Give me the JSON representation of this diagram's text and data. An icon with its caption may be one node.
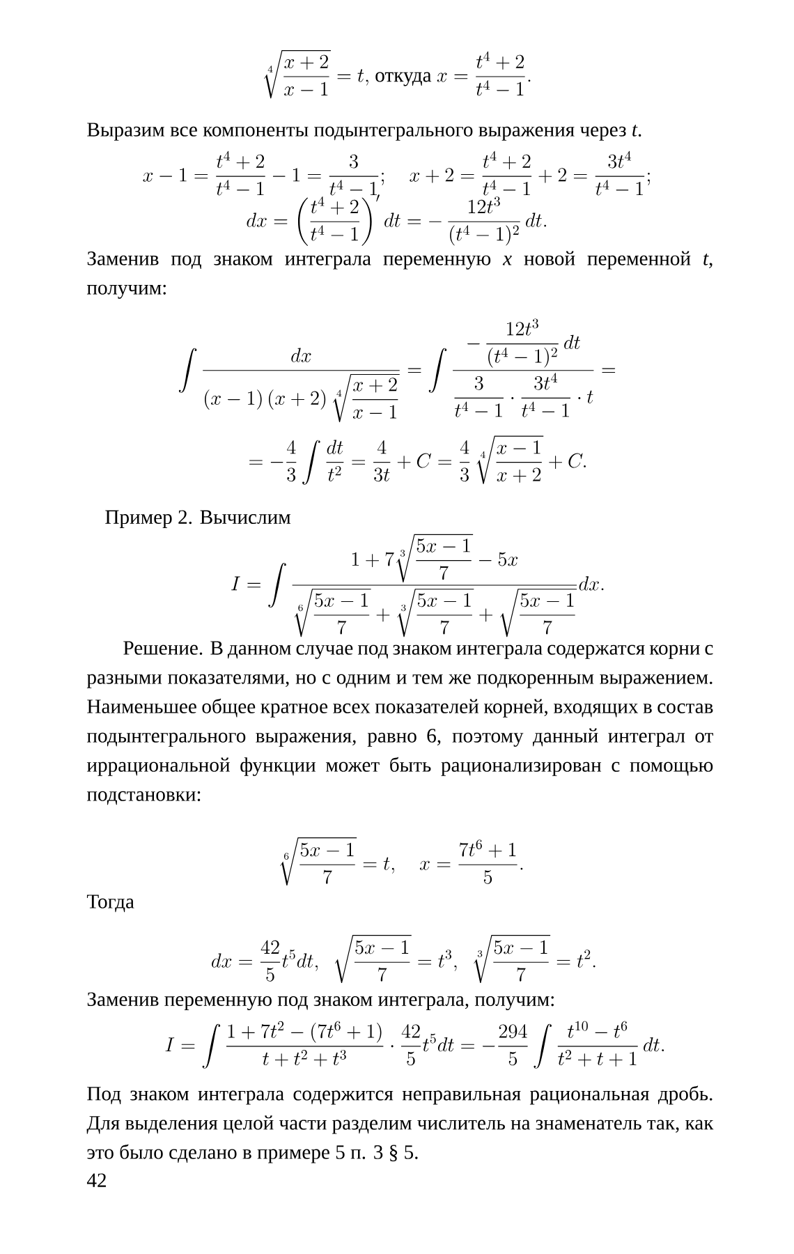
{
  "diagram": {
    "labels": [
      "\\sqrt[4]{\\frac{x+2}{x-1}}=t,",
      "откуда",
      "x=\\frac{t^4+2}{t^4-1}.",
      "Выразим все компоненты подынтегрального выражения через *t*.",
      "x-1=\\frac{t^4+2}{t^4-1}-1=\\frac{3}{t^4-1};\\quad x+2=\\frac{t^4+2}{t^4-1}+2=\\frac{3t^4}{t^4-1};",
      "dx=\\left(\\frac{t^4+2}{t^4-1}\\right)'dt=-\\,\\frac{12t^3}{(t^4-1)^2}\\,dt.",
      "Заменив под знаком интеграла переменную *x* новой переменной *t*, получим:",
      "\\int\\frac{dx}{(x-1)\\,(x+2)\\,\\sqrt[4]{\\dfrac{x+2}{x-1}}}=\\int\\frac{-\\,\\dfrac{12t^3}{(t^4-1)^2}\\,dt}{\\dfrac{3}{t^4-1}\\cdot\\dfrac{3t^4}{t^4-1}\\cdot t}=",
      "=-\\frac{4}{3}\\int\\frac{dt}{t^2}=\\frac{4}{3t}+C=\\frac{4}{3}\\,\\sqrt[4]{\\frac{x-1}{x+2}}+C.",
      "Пример",
      "2. Вычислим",
      "I=\\int\\frac{1+7\\sqrt[3]{\\dfrac{5x-1}{7}}-5x}{\\sqrt[6]{\\dfrac{5x-1}{7}}+\\sqrt[3]{\\dfrac{5x-1}{7}}+\\sqrt{\\dfrac{5x-1}{7}}}dx.",
      "Решение.",
      "В данном случае под знаком интеграла содержатся корни с разными показателями, но с одним и тем же подкоренным выражением. Наименьшее общее кратное всех показателей корней, входящих в состав подынтегрального выражения, равно 6, поэтому данный интеграл от иррациональной функции может быть рационализирован с помощью подстановки:",
      "\\sqrt[6]{\\frac{5x-1}{7}}=t,\\quad x=\\frac{7t^6+1}{5}.",
      "Тогда",
      "dx=\\frac{42}{5}t^5dt,\\ \\ \\sqrt{\\frac{5x-1}{7}}=t^3,\\ \\ \\sqrt[3]{\\frac{5x-1}{7}}=t^2.",
      "Заменив переменную под знаком интеграла, получим:",
      "I=\\int\\frac{1+7t^2-(7t^6+1)}{t+t^2+t^3}\\cdot\\frac{42}{5}t^5dt=-\\frac{294}{5}\\int\\frac{t^{10}-t^6}{t^2+t+1}\\,dt.",
      "Под знаком интеграла содержится неправильная рациональная дробь. Для выделения целой части разделим числитель на знаменатель так, как это было сделано в примере 5 п. 3 § 5.",
      "42"
    ]
  }
}
